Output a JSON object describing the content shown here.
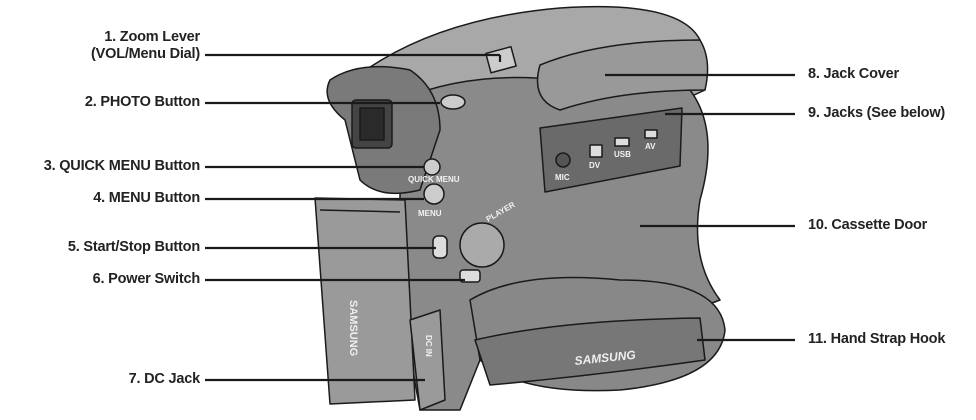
{
  "labels_left": [
    {
      "line1": "1. Zoom Lever",
      "line2": "(VOL/Menu Dial)"
    },
    {
      "line1": "2. PHOTO Button"
    },
    {
      "line1": "3. QUICK MENU Button"
    },
    {
      "line1": "4. MENU Button"
    },
    {
      "line1": "5. Start/Stop Button"
    },
    {
      "line1": "6. Power Switch"
    },
    {
      "line1": "7. DC Jack"
    }
  ],
  "labels_right": [
    {
      "line1": "8. Jack Cover"
    },
    {
      "line1": "9. Jacks (See below)"
    },
    {
      "line1": "10. Cassette Door"
    },
    {
      "line1": "11. Hand Strap Hook"
    }
  ],
  "device_markings": {
    "brand": "SAMSUNG",
    "quick_menu": "QUICK MENU",
    "menu": "MENU",
    "player": "PLAYER",
    "dc_in": "DC IN",
    "jacks": [
      "MIC",
      "DV",
      "USB",
      "AV"
    ]
  },
  "colors": {
    "body": "#8a8a8a",
    "outline": "#1a1a1a",
    "text": "#222222"
  }
}
